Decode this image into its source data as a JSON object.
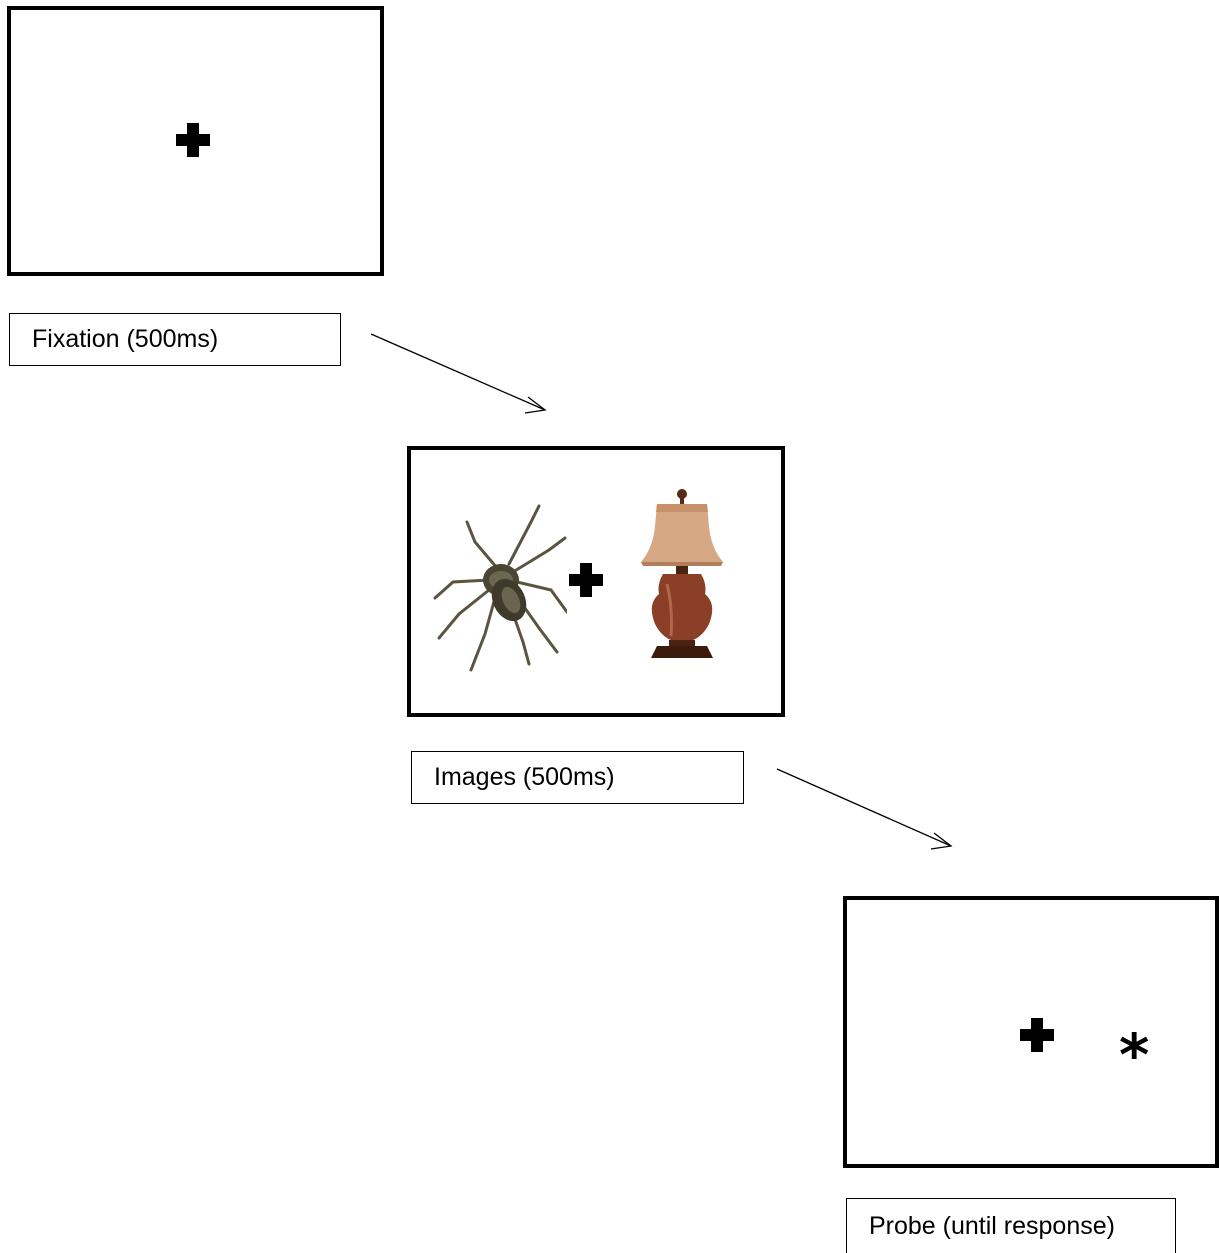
{
  "stages": [
    {
      "id": "fixation",
      "label": "Fixation (500ms)"
    },
    {
      "id": "images",
      "label": "Images (500ms)"
    },
    {
      "id": "probe",
      "label": "Probe (until response)"
    }
  ],
  "probe": {
    "symbol": "*"
  },
  "colors": {
    "frame": "#000000",
    "background": "#ffffff",
    "lamp_shade": "#d4a780",
    "lamp_base": "#7a3a24",
    "spider": "#5b5540"
  },
  "icons": [
    "fixation-cross-icon",
    "spider-image",
    "lamp-image",
    "asterisk-probe-icon",
    "arrow-icon"
  ]
}
